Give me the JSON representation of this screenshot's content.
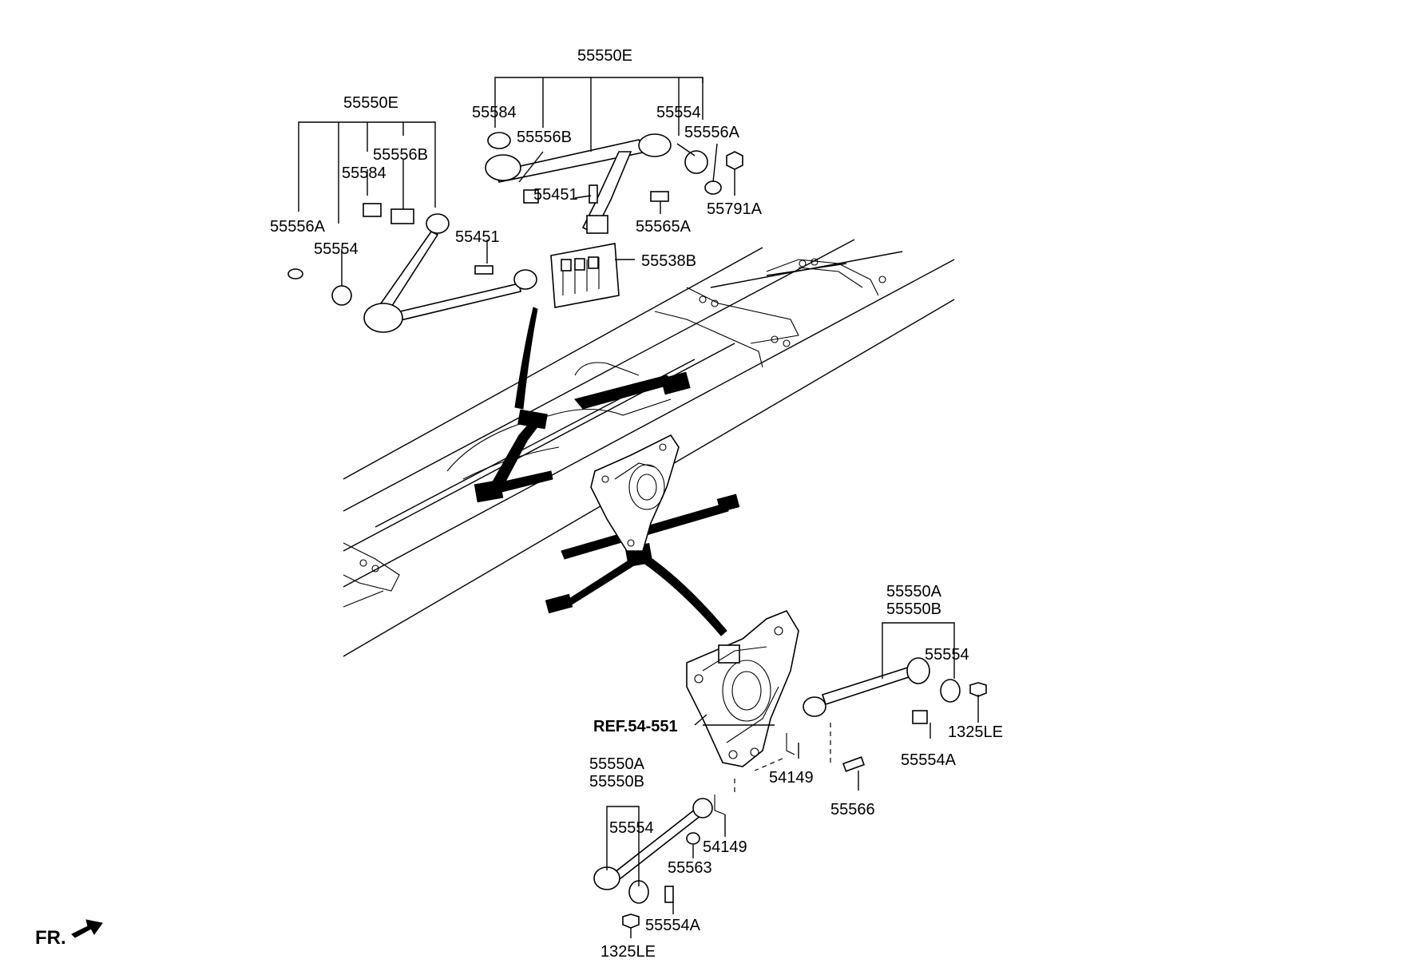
{
  "labels": {
    "top_group": "55550E",
    "top_55584": "55584",
    "top_55556B": "55556B",
    "top_55554": "55554",
    "top_55556A": "55556A",
    "top_55451": "55451",
    "top_55565A": "55565A",
    "top_55791A": "55791A",
    "left_group": "55550E",
    "left_55556B": "55556B",
    "left_55584": "55584",
    "left_55556A": "55556A",
    "left_55554": "55554",
    "left_55451": "55451",
    "p_55538B": "55538B",
    "right_group_a": "55550A",
    "right_group_b": "55550B",
    "right_55554": "55554",
    "right_1325LE": "1325LE",
    "right_55554A": "55554A",
    "right_54149": "54149",
    "right_55566": "55566",
    "ref": "REF.54-551",
    "low_group_a": "55550A",
    "low_group_b": "55550B",
    "low_55554": "55554",
    "low_54149": "54149",
    "low_55563": "55563",
    "low_55554A": "55554A",
    "low_1325LE": "1325LE",
    "fr": "FR."
  }
}
